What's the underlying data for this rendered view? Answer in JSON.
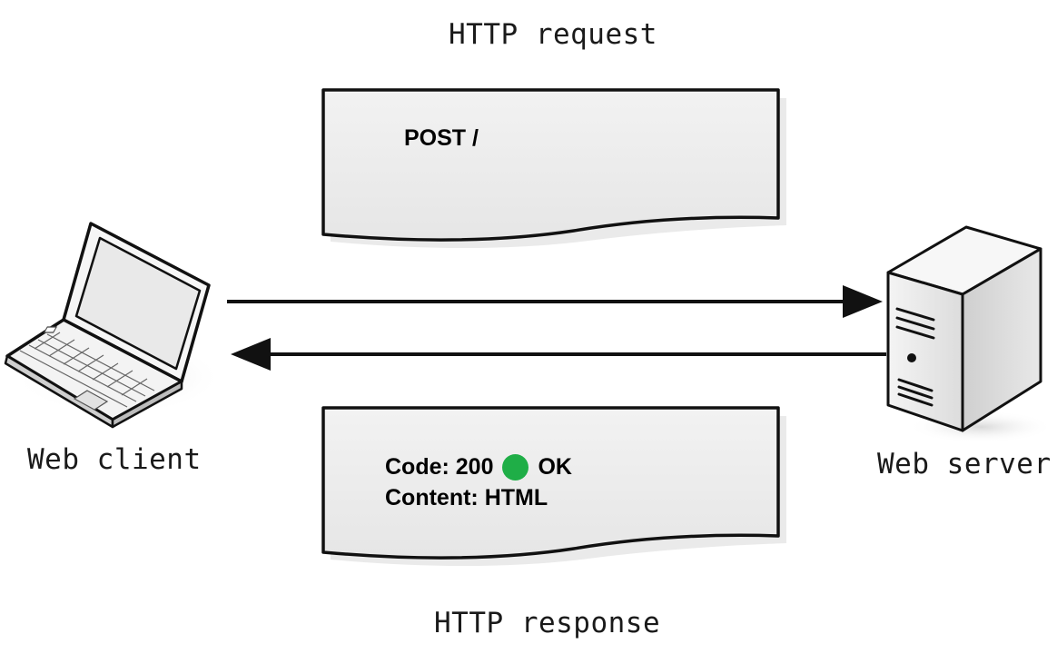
{
  "request": {
    "title": "HTTP request",
    "line": "POST /"
  },
  "response": {
    "title": "HTTP response",
    "code_label": "Code: 200",
    "status_text": "OK",
    "status_color": "#1fae47",
    "content_line": "Content: HTML"
  },
  "client": {
    "label": "Web client",
    "icon": "laptop-icon"
  },
  "server": {
    "label": "Web server",
    "icon": "server-tower-icon"
  }
}
